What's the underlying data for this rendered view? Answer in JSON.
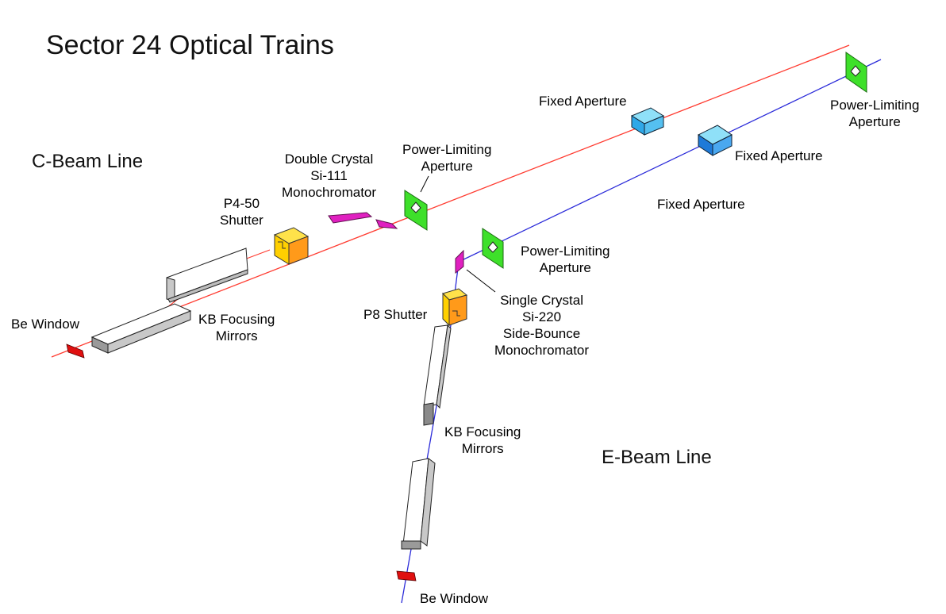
{
  "title": "Sector 24 Optical Trains",
  "c_beam": {
    "name": "C-Beam Line",
    "be_window": "Be Window",
    "kb_mirrors": [
      "KB Focusing",
      "Mirrors"
    ],
    "shutter": [
      "P4-50",
      "Shutter"
    ],
    "monochromator": [
      "Double Crystal",
      "Si-111",
      "Monochromator"
    ],
    "power_aperture": [
      "Power-Limiting",
      "Aperture"
    ],
    "fixed_aperture": "Fixed Aperture"
  },
  "e_beam": {
    "name": "E-Beam Line",
    "be_window": "Be Window",
    "kb_mirrors": [
      "KB Focusing",
      "Mirrors"
    ],
    "shutter": "P8 Shutter",
    "monochromator": [
      "Single Crystal",
      "Si-220",
      "Side-Bounce",
      "Monochromator"
    ],
    "power_aperture": [
      "Power-Limiting",
      "Aperture"
    ],
    "fixed_aperture_1": "Fixed Aperture",
    "fixed_aperture_2": "Fixed Aperture",
    "end_aperture": [
      "Power-Limiting",
      "Aperture"
    ]
  },
  "colors": {
    "c_beam": "#ff3b30",
    "e_beam": "#2b2bd9",
    "be_window": "#e01010",
    "shutter_top": "#ffe000",
    "shutter_front": "#ff9a1a",
    "mono": "#e020c0",
    "aperture": "#3ee02a",
    "fixed": "#2fa8e8",
    "mirror_side": "#bdbdbd"
  }
}
